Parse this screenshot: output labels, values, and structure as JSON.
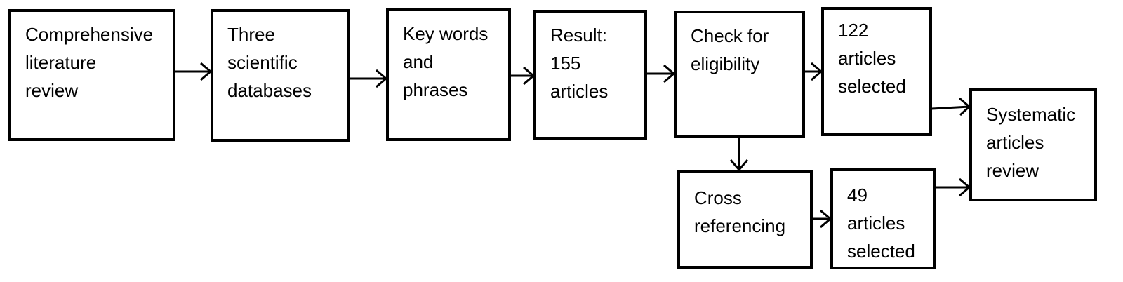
{
  "boxes": {
    "comprehensive": [
      "Comprehensive",
      "literature",
      "review"
    ],
    "databases": [
      "Three",
      "scientific",
      "databases"
    ],
    "keywords": [
      "Key words",
      "and",
      "phrases"
    ],
    "result": [
      "Result:",
      "155",
      "articles"
    ],
    "eligibility": [
      "Check for",
      "eligibility"
    ],
    "selected_122": [
      "122",
      "articles",
      "selected"
    ],
    "cross_ref": [
      "Cross",
      "referencing"
    ],
    "selected_49": [
      "49",
      "articles",
      "selected"
    ],
    "systematic": [
      "Systematic",
      "articles",
      "review"
    ]
  }
}
